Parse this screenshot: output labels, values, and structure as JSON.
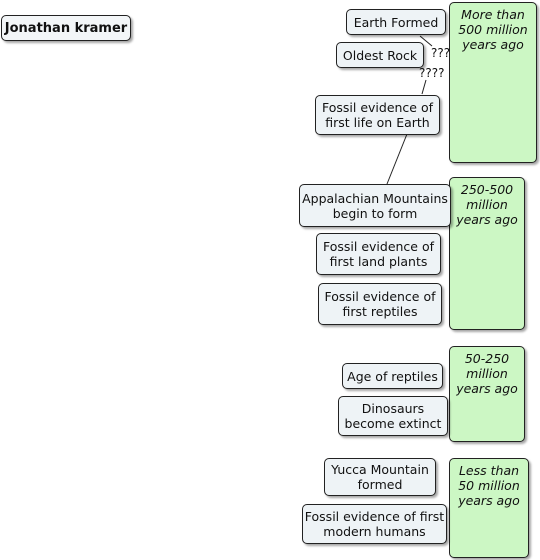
{
  "title": "Jonathan kramer",
  "eras": [
    {
      "label": "More than 500 million years ago"
    },
    {
      "label": "250-500 million years ago"
    },
    {
      "label": "50-250 million years ago"
    },
    {
      "label": "Less than 50 million years ago"
    }
  ],
  "events": {
    "earth_formed": "Earth Formed",
    "oldest_rock": "Oldest Rock",
    "first_life": "Fossil evidence of first life on Earth",
    "appalachian": "Appalachian Mountains begin to form",
    "land_plants": "Fossil evidence of first land plants",
    "reptiles": "Fossil evidence of first reptiles",
    "age_reptiles": "Age of reptiles",
    "dinosaurs": "Dinosaurs become extinct",
    "yucca": "Yucca Mountain formed",
    "humans": "Fossil evidence of first modern humans"
  },
  "link_labels": {
    "earth_link": "???",
    "rock_link": "????"
  }
}
